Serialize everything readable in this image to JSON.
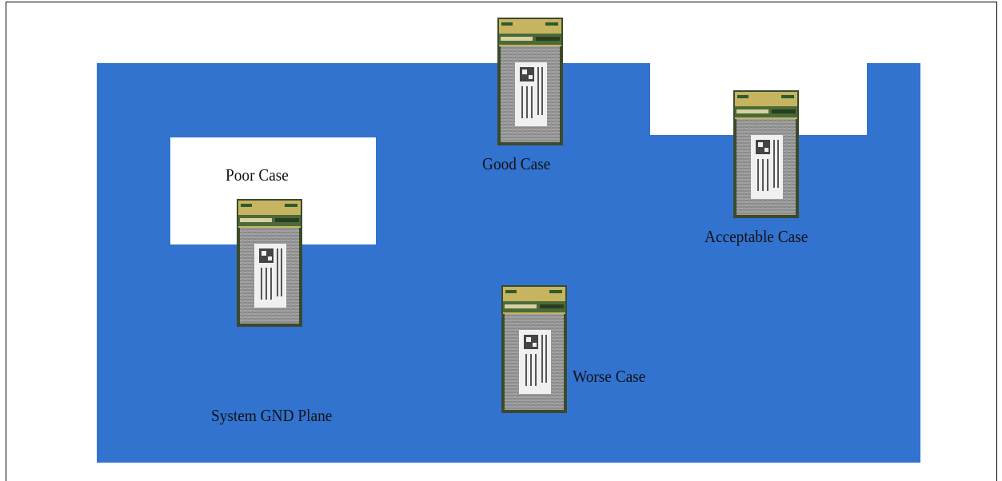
{
  "colors": {
    "plane": "#3273d0",
    "cutout": "#ffffff",
    "module_green": "#c8b858",
    "module_pcb": "#4b6b3a",
    "module_shield": "#9a9a9a"
  },
  "labels": {
    "poor": "Poor Case",
    "good": "Good Case",
    "acceptable": "Acceptable Case",
    "worse": "Worse Case",
    "plane": "System GND Plane"
  },
  "modules": [
    {
      "id": "poor",
      "name": "module-poor-case"
    },
    {
      "id": "good",
      "name": "module-good-case"
    },
    {
      "id": "acceptable",
      "name": "module-acceptable-case"
    },
    {
      "id": "worse",
      "name": "module-worse-case"
    }
  ]
}
